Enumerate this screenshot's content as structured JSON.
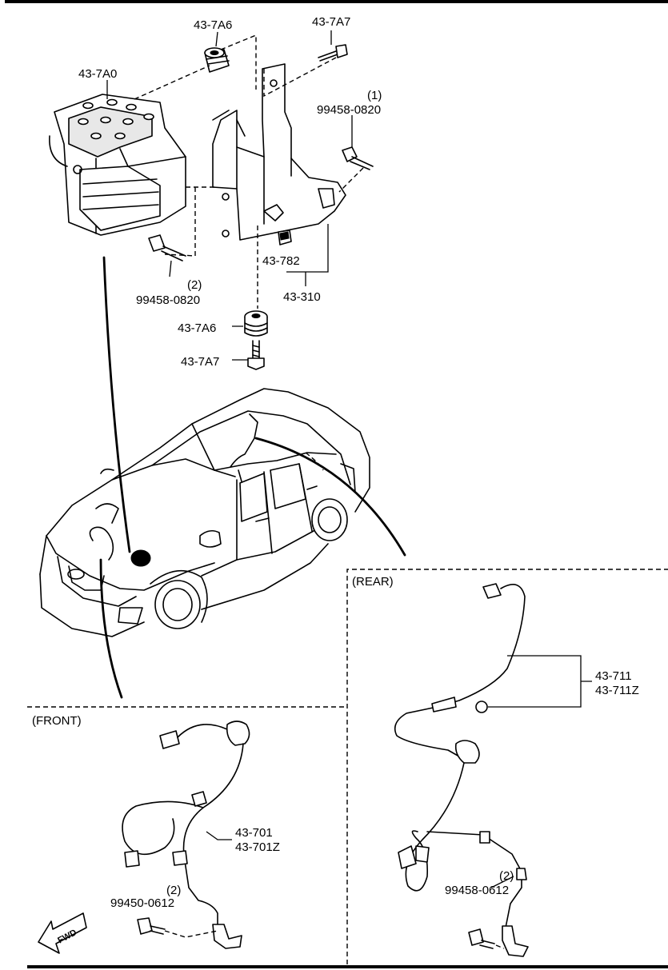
{
  "labels": {
    "hcu_part": "43-7A0",
    "bushing_top": "43-7A6",
    "bolt_top": "43-7A7",
    "bolt_right_qty": "(1)",
    "bolt_right": "99458-0820",
    "bolt_left_qty": "(2)",
    "bolt_left": "99458-0820",
    "clip": "43-782",
    "bracket": "43-310",
    "bushing_bottom": "43-7A6",
    "bolt_bottom": "43-7A7",
    "rear_section": "(REAR)",
    "rear_sensor_1": "43-711",
    "rear_sensor_2": "43-711Z",
    "rear_bolt_qty": "(2)",
    "rear_bolt": "99458-0612",
    "front_section": "(FRONT)",
    "front_sensor_1": "43-701",
    "front_sensor_2": "43-701Z",
    "front_bolt_qty": "(2)",
    "front_bolt": "99450-0612",
    "fwd_arrow": "FWD"
  }
}
